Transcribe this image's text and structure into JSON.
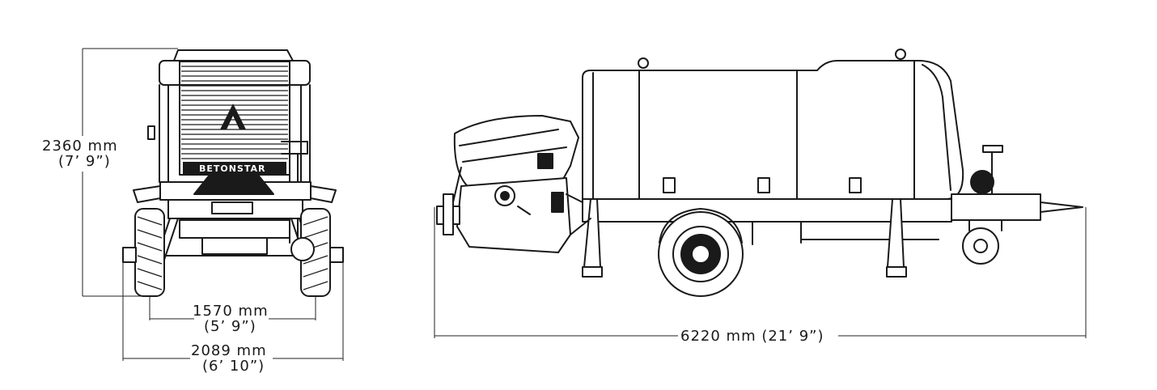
{
  "dimensions": {
    "height": {
      "metric": "2360  mm",
      "imperial": "(7’ 9”)"
    },
    "track": {
      "metric": "1570  mm",
      "imperial": "(5’ 9”)"
    },
    "width": {
      "metric": "2089  mm",
      "imperial": "(6’ 10”)"
    },
    "length": {
      "label": "6220  mm  (21’ 9”)"
    }
  },
  "machine": {
    "brand_mark": "BETONSTAR"
  },
  "colors": {
    "line": "#1a1a1a",
    "background": "#ffffff"
  }
}
